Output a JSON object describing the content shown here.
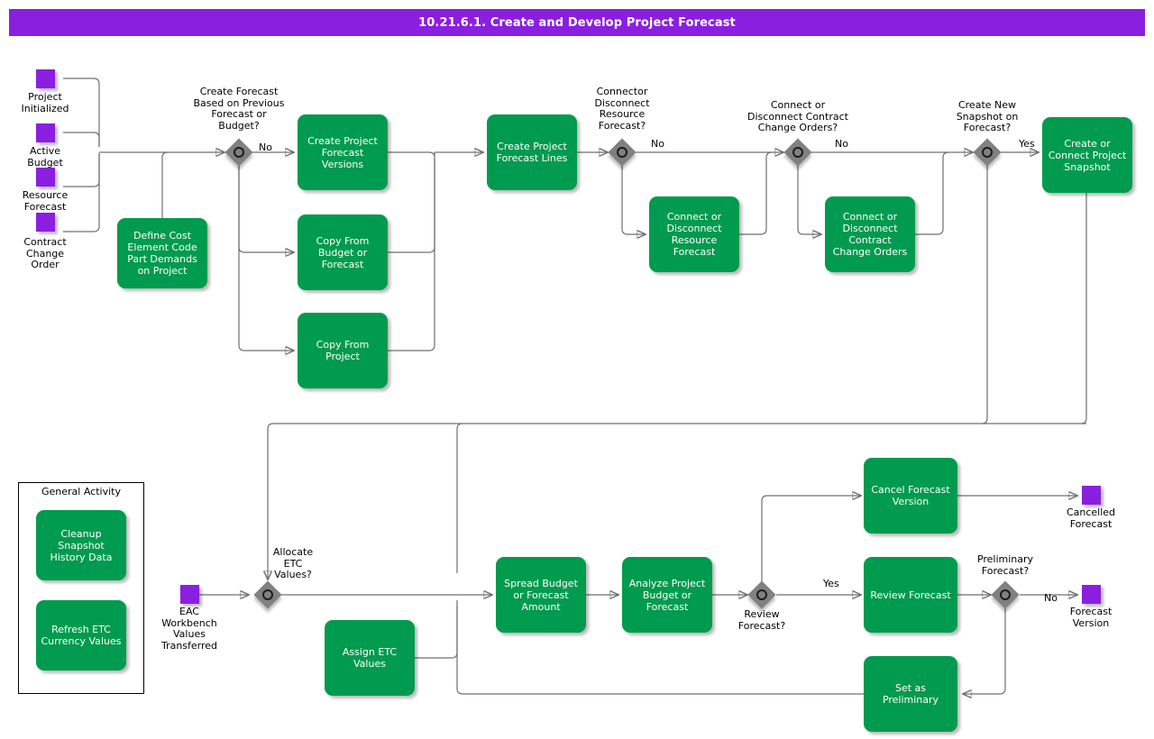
{
  "title": "10.21.6.1. Create and Develop Project Forecast",
  "theme": {
    "title_bar_color": "#8A1FE0",
    "activity_color": "#009B4E",
    "event_color": "#8A1FE0",
    "gateway_color": "#808080",
    "connector_color": "#6F6F6F"
  },
  "start_events": [
    {
      "id": "project-initialized",
      "label": "Project\nInitialized"
    },
    {
      "id": "active-budget",
      "label": "Active\nBudget"
    },
    {
      "id": "resource-forecast",
      "label": "Resource\nForecast"
    },
    {
      "id": "contract-change-order",
      "label": "Contract\nChange\nOrder"
    },
    {
      "id": "eac-workbench",
      "label": "EAC\nWorkbench\nValues\nTransferred"
    }
  ],
  "end_events": [
    {
      "id": "cancelled-forecast",
      "label": "Cancelled\nForecast"
    },
    {
      "id": "forecast-version",
      "label": "Forecast\nVersion"
    }
  ],
  "activities": [
    {
      "id": "define-cost-element",
      "label": "Define Cost Element Code Part Demands on Project"
    },
    {
      "id": "create-project-forecast-versions",
      "label": "Create Project Forecast Versions"
    },
    {
      "id": "copy-from-budget-or-forecast",
      "label": "Copy From Budget or Forecast"
    },
    {
      "id": "copy-from-project",
      "label": "Copy From Project"
    },
    {
      "id": "create-project-forecast-lines",
      "label": "Create Project Forecast Lines"
    },
    {
      "id": "connect-disconnect-resource-forecast",
      "label": "Connect or Disconnect Resource Forecast"
    },
    {
      "id": "connect-disconnect-contract-change-orders",
      "label": "Connect or Disconnect Contract Change Orders"
    },
    {
      "id": "create-connect-project-snapshot",
      "label": "Create or Connect Project Snapshot"
    },
    {
      "id": "assign-etc-values",
      "label": "Assign ETC Values"
    },
    {
      "id": "spread-budget-or-forecast-amount",
      "label": "Spread Budget or Forecast Amount"
    },
    {
      "id": "analyze-project-budget-or-forecast",
      "label": "Analyze Project Budget or Forecast"
    },
    {
      "id": "cancel-forecast-version",
      "label": "Cancel Forecast Version"
    },
    {
      "id": "review-forecast",
      "label": "Review Forecast"
    },
    {
      "id": "set-as-preliminary",
      "label": "Set as Preliminary"
    }
  ],
  "gateways": [
    {
      "id": "create-forecast-based-on",
      "label": "Create Forecast\nBased on Previous\nForecast or\nBudget?"
    },
    {
      "id": "connector-disconnect-resource-forecast",
      "label": "Connector\nDisconnect\nResource\nForecast?"
    },
    {
      "id": "connect-disconnect-contract-change-orders-q",
      "label": "Connect or\nDisconnect Contract\nChange Orders?"
    },
    {
      "id": "create-new-snapshot",
      "label": "Create New\nSnapshot on\nForecast?"
    },
    {
      "id": "allocate-etc-values",
      "label": "Allocate\nETC\nValues?"
    },
    {
      "id": "review-forecast-q",
      "label": "Review\nForecast?"
    },
    {
      "id": "preliminary-forecast-q",
      "label": "Preliminary\nForecast?"
    }
  ],
  "edge_labels": {
    "no_create_forecast": "No",
    "no_connector_resource": "No",
    "no_contract_change": "No",
    "yes_snapshot": "Yes",
    "yes_review": "Yes",
    "no_preliminary": "No"
  },
  "legend": {
    "title": "General Activity",
    "items": [
      {
        "id": "cleanup-snapshot-history-data",
        "label": "Cleanup Snapshot History Data"
      },
      {
        "id": "refresh-etc-currency-values",
        "label": "Refresh ETC Currency Values"
      }
    ]
  }
}
